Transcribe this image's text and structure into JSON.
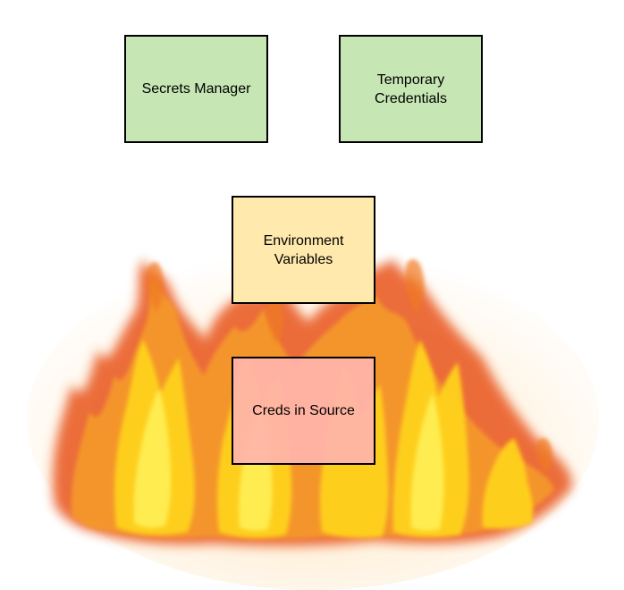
{
  "diagram": {
    "boxes": [
      {
        "id": "secrets-manager",
        "label": "Secrets Manager",
        "fill": "#c6e6b4"
      },
      {
        "id": "temporary-credentials",
        "label": "Temporary\nCredentials",
        "fill": "#c6e6b4"
      },
      {
        "id": "environment-variables",
        "label": "Environment\nVariables",
        "fill": "#ffe9ac"
      },
      {
        "id": "creds-in-source",
        "label": "Creds in Source",
        "fill": "#ffb4ad"
      }
    ],
    "decoration": {
      "name": "fire-image",
      "colors": {
        "deep": "#e8541a",
        "mid": "#f59a2c",
        "bright": "#ffd21e",
        "core": "#fff25a"
      }
    }
  }
}
